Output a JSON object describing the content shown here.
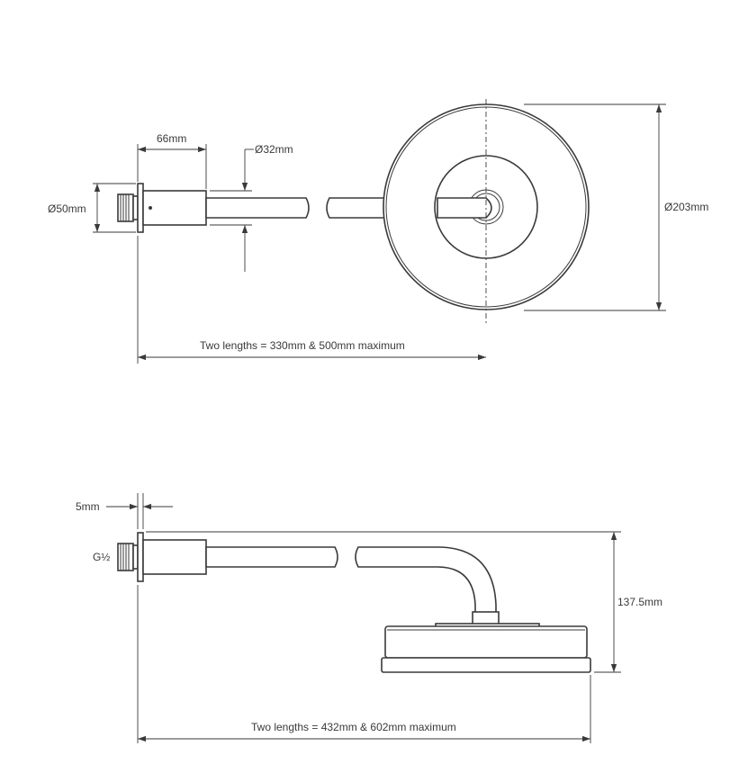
{
  "top_view": {
    "dim_flange_length": "66mm",
    "dim_arm_diameter": "Ø32mm",
    "dim_flange_diameter": "Ø50mm",
    "dim_head_diameter": "Ø203mm",
    "dim_total_length": "Two lengths = 330mm & 500mm maximum"
  },
  "side_view": {
    "dim_flange_thickness": "5mm",
    "dim_thread": "G½",
    "dim_height": "137.5mm",
    "dim_total_length": "Two lengths = 432mm & 602mm maximum"
  },
  "colors": {
    "line": "#3a3a3a",
    "background": "#ffffff"
  }
}
